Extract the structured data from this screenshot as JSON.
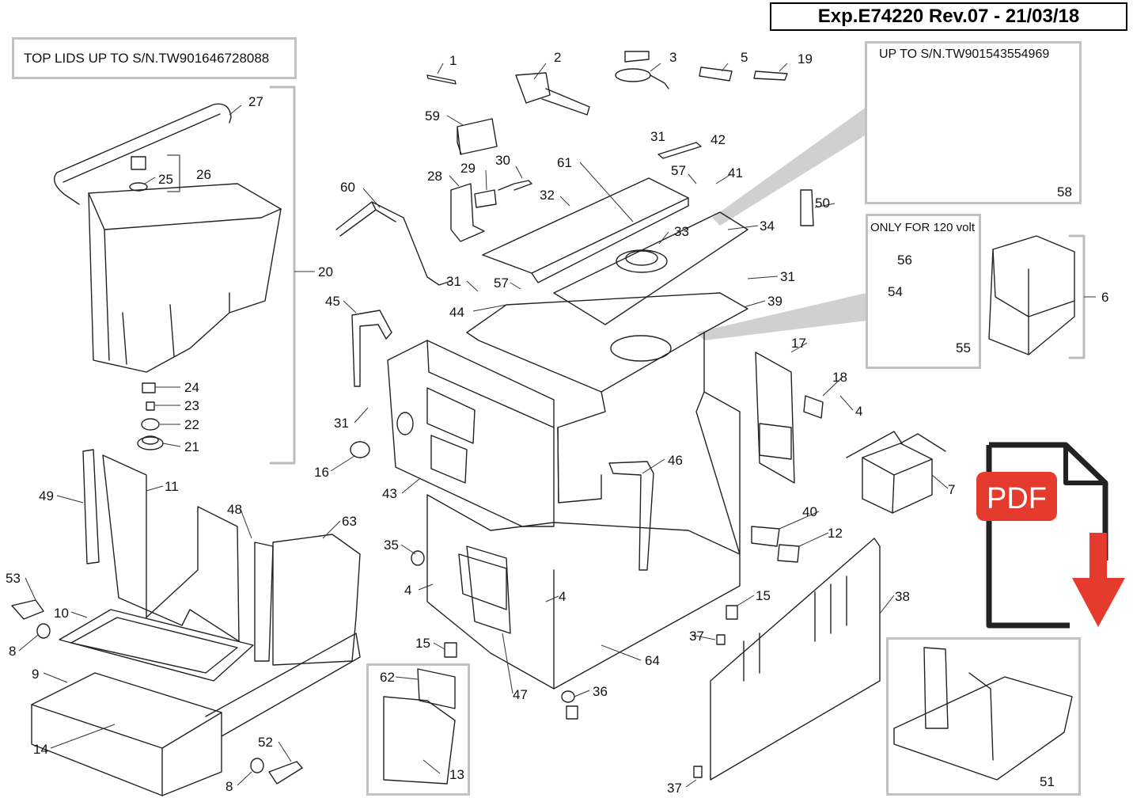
{
  "header": {
    "doc_ref": "Exp.E74220 Rev.07 - 21/03/18"
  },
  "notes": {
    "top_lids": "TOP LIDS UP TO S/N.TW901646728088",
    "up_to_sn": "UP TO S/N.TW901543554969",
    "only_120v": "ONLY FOR 120 volt"
  },
  "pdf_button": {
    "label": "PDF",
    "color": "#e53a2e"
  },
  "callouts": [
    {
      "label": "1"
    },
    {
      "label": "2"
    },
    {
      "label": "3"
    },
    {
      "label": "5"
    },
    {
      "label": "19"
    },
    {
      "label": "59"
    },
    {
      "label": "27"
    },
    {
      "label": "26"
    },
    {
      "label": "25"
    },
    {
      "label": "28"
    },
    {
      "label": "29"
    },
    {
      "label": "30"
    },
    {
      "label": "61"
    },
    {
      "label": "31"
    },
    {
      "label": "42"
    },
    {
      "label": "57"
    },
    {
      "label": "41"
    },
    {
      "label": "60"
    },
    {
      "label": "32"
    },
    {
      "label": "33"
    },
    {
      "label": "34"
    },
    {
      "label": "50"
    },
    {
      "label": "58"
    },
    {
      "label": "20"
    },
    {
      "label": "31"
    },
    {
      "label": "57"
    },
    {
      "label": "44"
    },
    {
      "label": "31"
    },
    {
      "label": "39"
    },
    {
      "label": "56"
    },
    {
      "label": "54"
    },
    {
      "label": "55"
    },
    {
      "label": "6"
    },
    {
      "label": "45"
    },
    {
      "label": "17"
    },
    {
      "label": "18"
    },
    {
      "label": "4"
    },
    {
      "label": "24"
    },
    {
      "label": "23"
    },
    {
      "label": "22"
    },
    {
      "label": "21"
    },
    {
      "label": "31"
    },
    {
      "label": "16"
    },
    {
      "label": "43"
    },
    {
      "label": "46"
    },
    {
      "label": "7"
    },
    {
      "label": "49"
    },
    {
      "label": "11"
    },
    {
      "label": "48"
    },
    {
      "label": "63"
    },
    {
      "label": "40"
    },
    {
      "label": "12"
    },
    {
      "label": "35"
    },
    {
      "label": "53"
    },
    {
      "label": "10"
    },
    {
      "label": "4"
    },
    {
      "label": "4"
    },
    {
      "label": "15"
    },
    {
      "label": "38"
    },
    {
      "label": "8"
    },
    {
      "label": "15"
    },
    {
      "label": "37"
    },
    {
      "label": "64"
    },
    {
      "label": "9"
    },
    {
      "label": "62"
    },
    {
      "label": "47"
    },
    {
      "label": "36"
    },
    {
      "label": "14"
    },
    {
      "label": "52"
    },
    {
      "label": "13"
    },
    {
      "label": "8"
    },
    {
      "label": "37"
    },
    {
      "label": "51"
    }
  ]
}
